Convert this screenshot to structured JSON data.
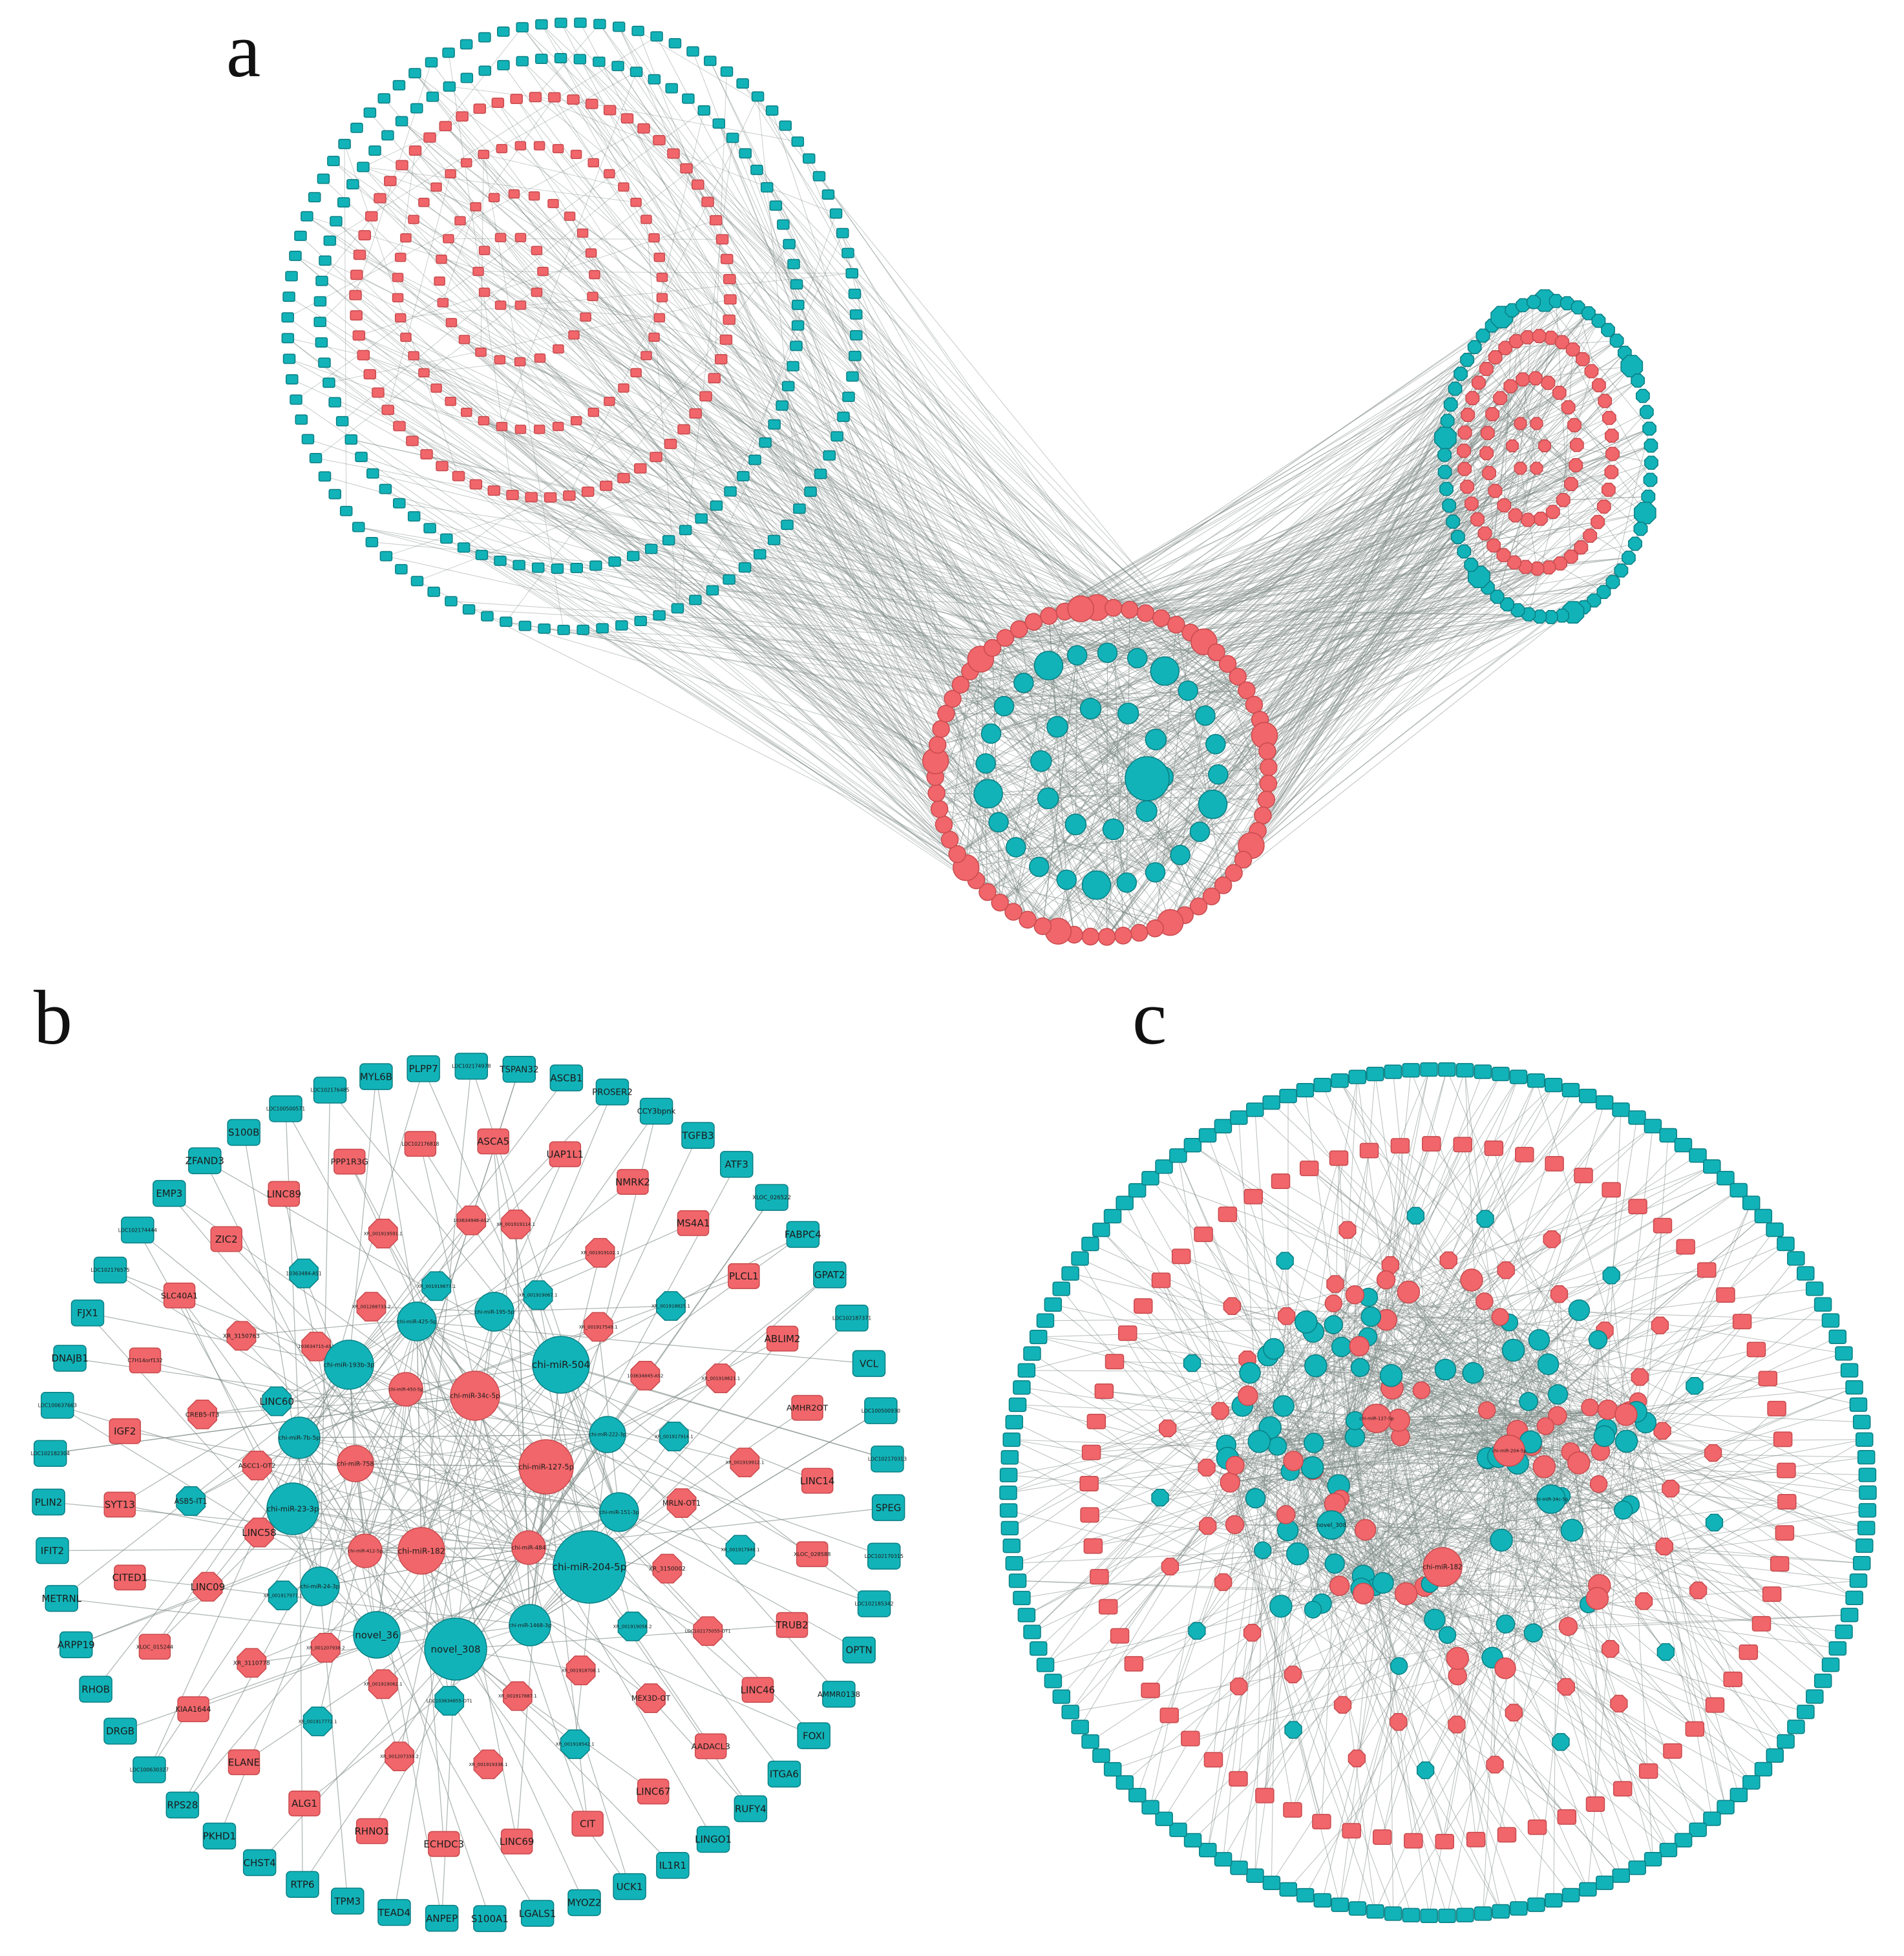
{
  "panels": {
    "a": {
      "label": "a"
    },
    "b": {
      "label": "b"
    },
    "c": {
      "label": "c"
    }
  },
  "colors": {
    "red_node": "#f1666a",
    "red_stroke": "#c84a4e",
    "teal_node": "#11b3b8",
    "teal_stroke": "#0a7f84",
    "edge": "#7d8a86"
  },
  "panel_b_labels": {
    "outer_ring": [
      "TSPAN32",
      "ASCB1",
      "PROSER2",
      "CCY3bpnk",
      "TGFB3",
      "ATF3",
      "XLOC_026522",
      "FABPC4",
      "GPAT2",
      "LOC102187371",
      "VCL",
      "LOC100500930",
      "LOC102170313",
      "SPEG",
      "LOC102170315",
      "LOC102185342",
      "OPTN",
      "AMMR0138",
      "FOXI",
      "ITGA6",
      "RUFY4",
      "LINGO1",
      "IL1R1",
      "UCK1",
      "MYOZ2",
      "LGALS1",
      "S100A1",
      "ANPEP",
      "TEAD4",
      "TPM3",
      "RTP6",
      "CHST4",
      "PKHD1",
      "RPS28",
      "LOC100630327",
      "DRGB",
      "RHOB",
      "ARPP19",
      "METRNL",
      "IFIT2",
      "PLIN2",
      "LOC102182304",
      "LOC100637663",
      "DNAJB1",
      "FJX1",
      "LOC102176575",
      "LOC102174444",
      "EMP3",
      "ZFAND3",
      "S100B",
      "LOC100500571",
      "LOC102176485",
      "MYL6B",
      "PLPP7",
      "LOC102174978"
    ],
    "middle_ring_red": [
      "ASCA5",
      "UAP1L1",
      "NMRK2",
      "MS4A1",
      "PLCL1",
      "ABLIM2",
      "AMHR2OT",
      "LINC14",
      "XLOC_028588",
      "TRUB2",
      "LINC46",
      "AADACL3",
      "LINC67",
      "CIT",
      "LINC69",
      "ECHDC3",
      "RHNO1",
      "ALG1",
      "ELANE",
      "KIAA1644",
      "XLOC_015244",
      "CITED1",
      "SYT13",
      "IGF2",
      "C7H14orf132",
      "SLC40A1",
      "ZIC2",
      "LINC89",
      "PPP1R3G",
      "LOC102176818"
    ],
    "inner_ring": [
      "XR_001919114.1",
      "XR_001919067.1",
      "XR_001919102.1",
      "XR_001917549.1",
      "XR_001918825.1",
      "103634845-AS2",
      "XR_001918621.1",
      "XR_001917914.1",
      "XR_001919912.1",
      "MRLN-OT1",
      "XR_001917948.1",
      "XR_3150002",
      "LOC102175055-OT1",
      "XR_001919056.2",
      "MEX3D-OT",
      "XR_001918708.1",
      "XR_001918542.1",
      "XR_001917887.1",
      "XR_001919336.1",
      "LOC103634855-OT1",
      "XR_001207339.2",
      "XR_001919062.1",
      "XR_001917772.1",
      "XR_001207938.2",
      "XR_3110778",
      "XR_001917977.1",
      "LINC09",
      "LINC58",
      "ASB5-IT1",
      "ASCC1-OT2",
      "CREB5-IT3",
      "LINC60",
      "XR_3150763",
      "103634715-AS3",
      "10363484-AS1",
      "XR_001288733.2",
      "XR_001919591.1",
      "XR_001919677.1",
      "103634946-AS2"
    ],
    "hubs": [
      "chi-miR-504",
      "chi-miR-34c-5p",
      "chi-miR-127-5p",
      "chi-miR-204-5p",
      "chi-miR-182",
      "novel_308",
      "novel_36",
      "chi-miR-23-3p",
      "chi-miR-24-3p",
      "chi-miR-193b-3p",
      "chi-miR-425-5p",
      "chi-miR-195-5p",
      "chi-miR-7b-5p",
      "chi-miR-222-3p",
      "chi-miR-151-3p",
      "chi-miR-1468-3p",
      "chi-miR-412-5p",
      "chi-miR-484",
      "chi-miR-450-5p",
      "chi-miR-758"
    ]
  },
  "panel_c_labels": {
    "hubs": [
      "chi-miR-182",
      "chi-miR-204-5p",
      "chi-miR-127-5p",
      "chi-miR-34c-5p",
      "novel_308"
    ]
  }
}
